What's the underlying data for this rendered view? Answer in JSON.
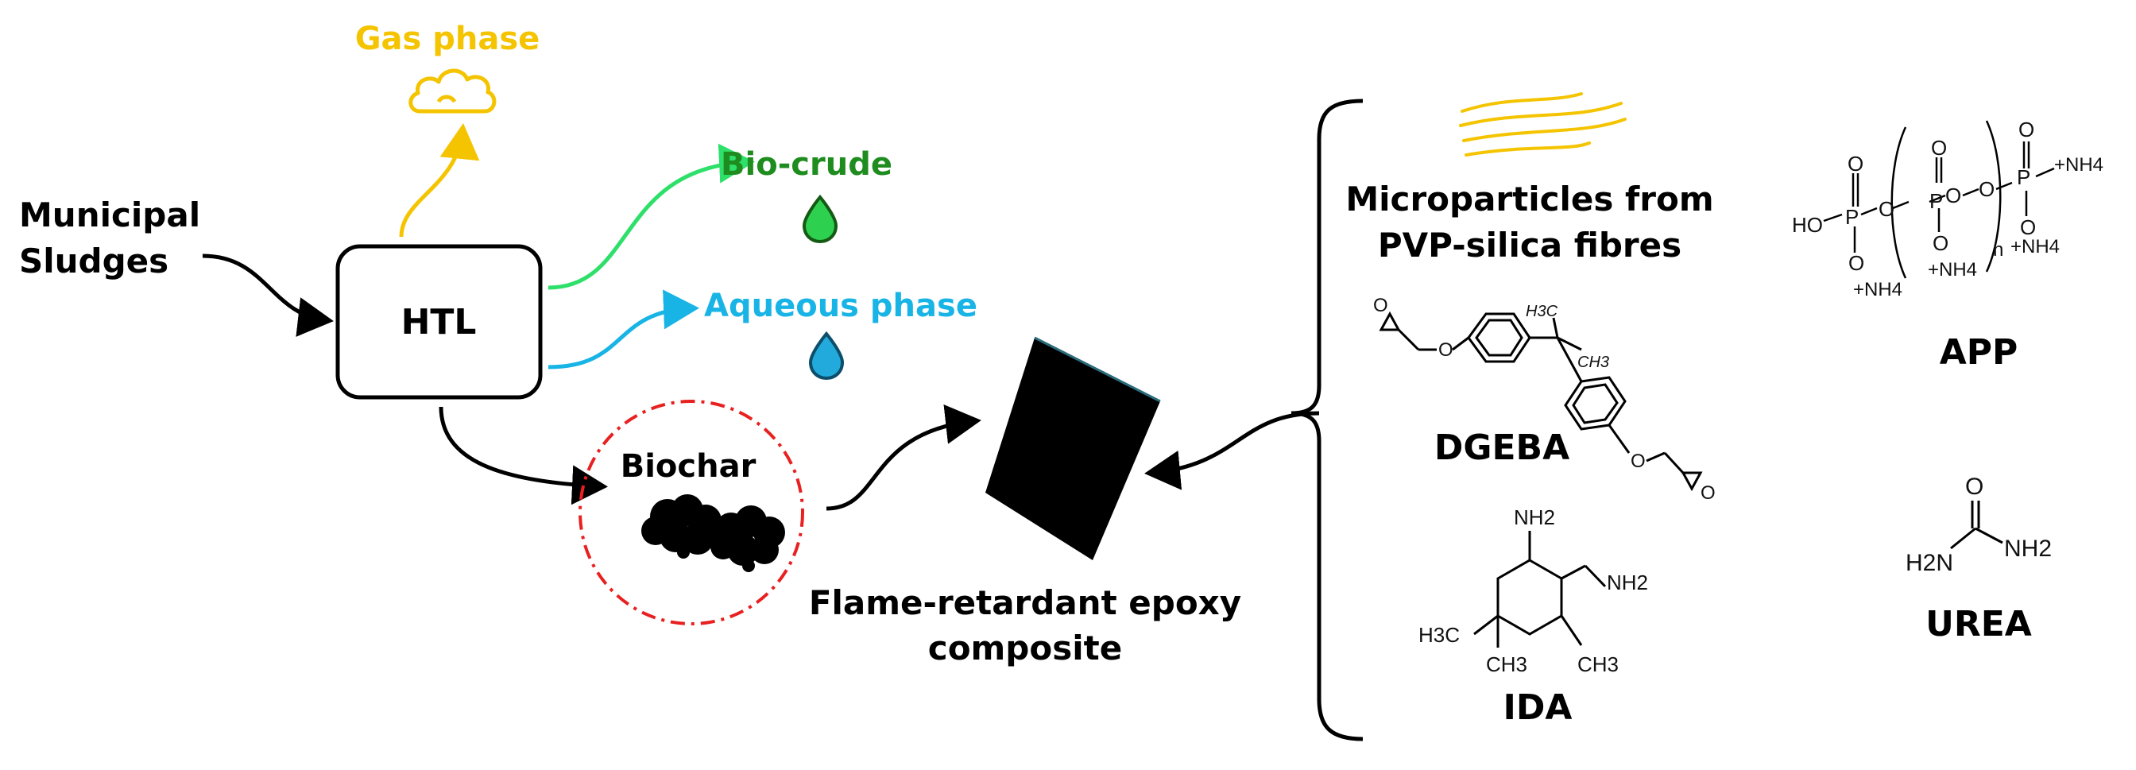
{
  "colors": {
    "gas": "#f5c400",
    "biocrude": "#1e8c1e",
    "biocrude_arrow": "#2ee06a",
    "aqueous": "#19b4e6",
    "biochar_ring": "#e82020",
    "ink": "#000000"
  },
  "source": {
    "line1": "Municipal",
    "line2": "Sludges"
  },
  "htl": {
    "label": "HTL"
  },
  "products": {
    "gas": "Gas phase",
    "biocrude": "Bio-crude",
    "aqueous": "Aqueous phase",
    "biochar": "Biochar"
  },
  "composite": {
    "line1": "Flame-retardant epoxy",
    "line2": "composite"
  },
  "ingredients": {
    "micro_line1": "Microparticles from",
    "micro_line2": "PVP-silica fibres",
    "dgeba": "DGEBA",
    "ida": "IDA",
    "app": "APP",
    "urea": "UREA"
  },
  "chem_labels": {
    "dgeba_o1": "O",
    "dgeba_o2": "O",
    "dgeba_o3": "O",
    "dgeba_o4": "O",
    "dgeba_ch3a": "H3C",
    "dgeba_ch3b": "CH3",
    "ida_nh2a": "NH2",
    "ida_nh2b": "NH2",
    "ida_h3c": "H3C",
    "ida_ch3a": "CH3",
    "ida_ch3b": "CH3",
    "app_ho": "HO",
    "app_p": "P",
    "app_o": "O",
    "app_nh4": "+NH4",
    "app_n": "n",
    "urea_o": "O",
    "urea_h2n": "H2N",
    "urea_nh2": "NH2"
  },
  "icons": [
    "cloud-icon",
    "droplet-icon",
    "biochar-icon",
    "fibre-icon",
    "composite-block-icon",
    "bracket"
  ]
}
